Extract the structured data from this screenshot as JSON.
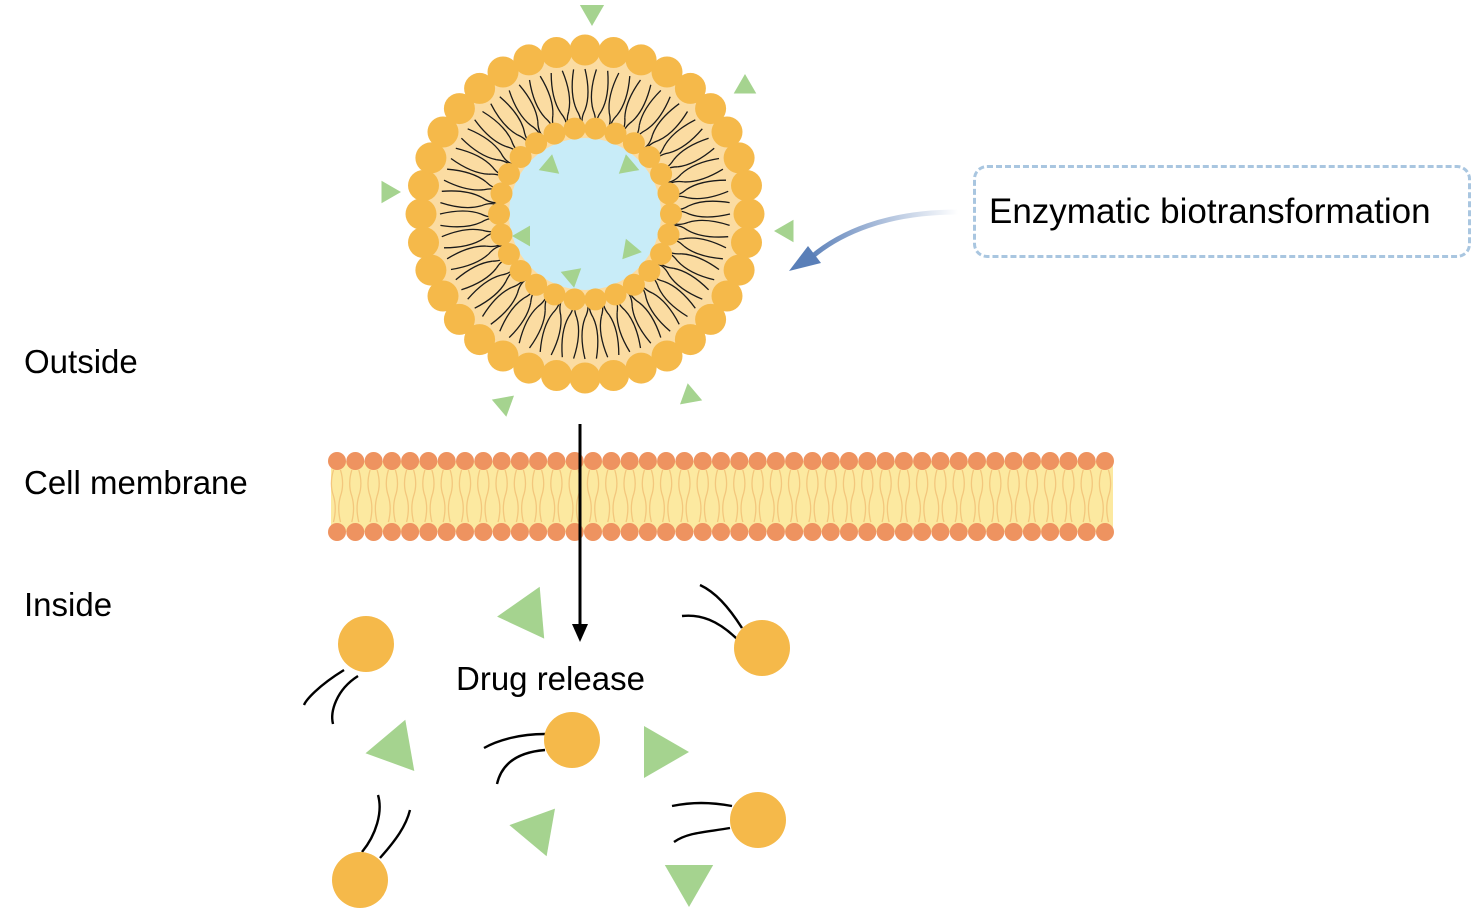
{
  "labels": {
    "outside": "Outside",
    "cell_membrane": "Cell membrane",
    "inside": "Inside",
    "drug_release": "Drug release",
    "enzymatic": "Enzymatic biotransformation"
  },
  "colors": {
    "lipid_head": "#f5b94a",
    "lipid_head_edge": "#eaa834",
    "bilayer_fill": "#fbdca2",
    "core_fill": "#c8ecf8",
    "drug": "#a5d38f",
    "membrane_head": "#ee9360",
    "membrane_fill": "#fce9a0",
    "membrane_tail": "#f3c77d",
    "callout_border": "#a9c6e0",
    "arrow_blue": "#5a7fb8"
  }
}
